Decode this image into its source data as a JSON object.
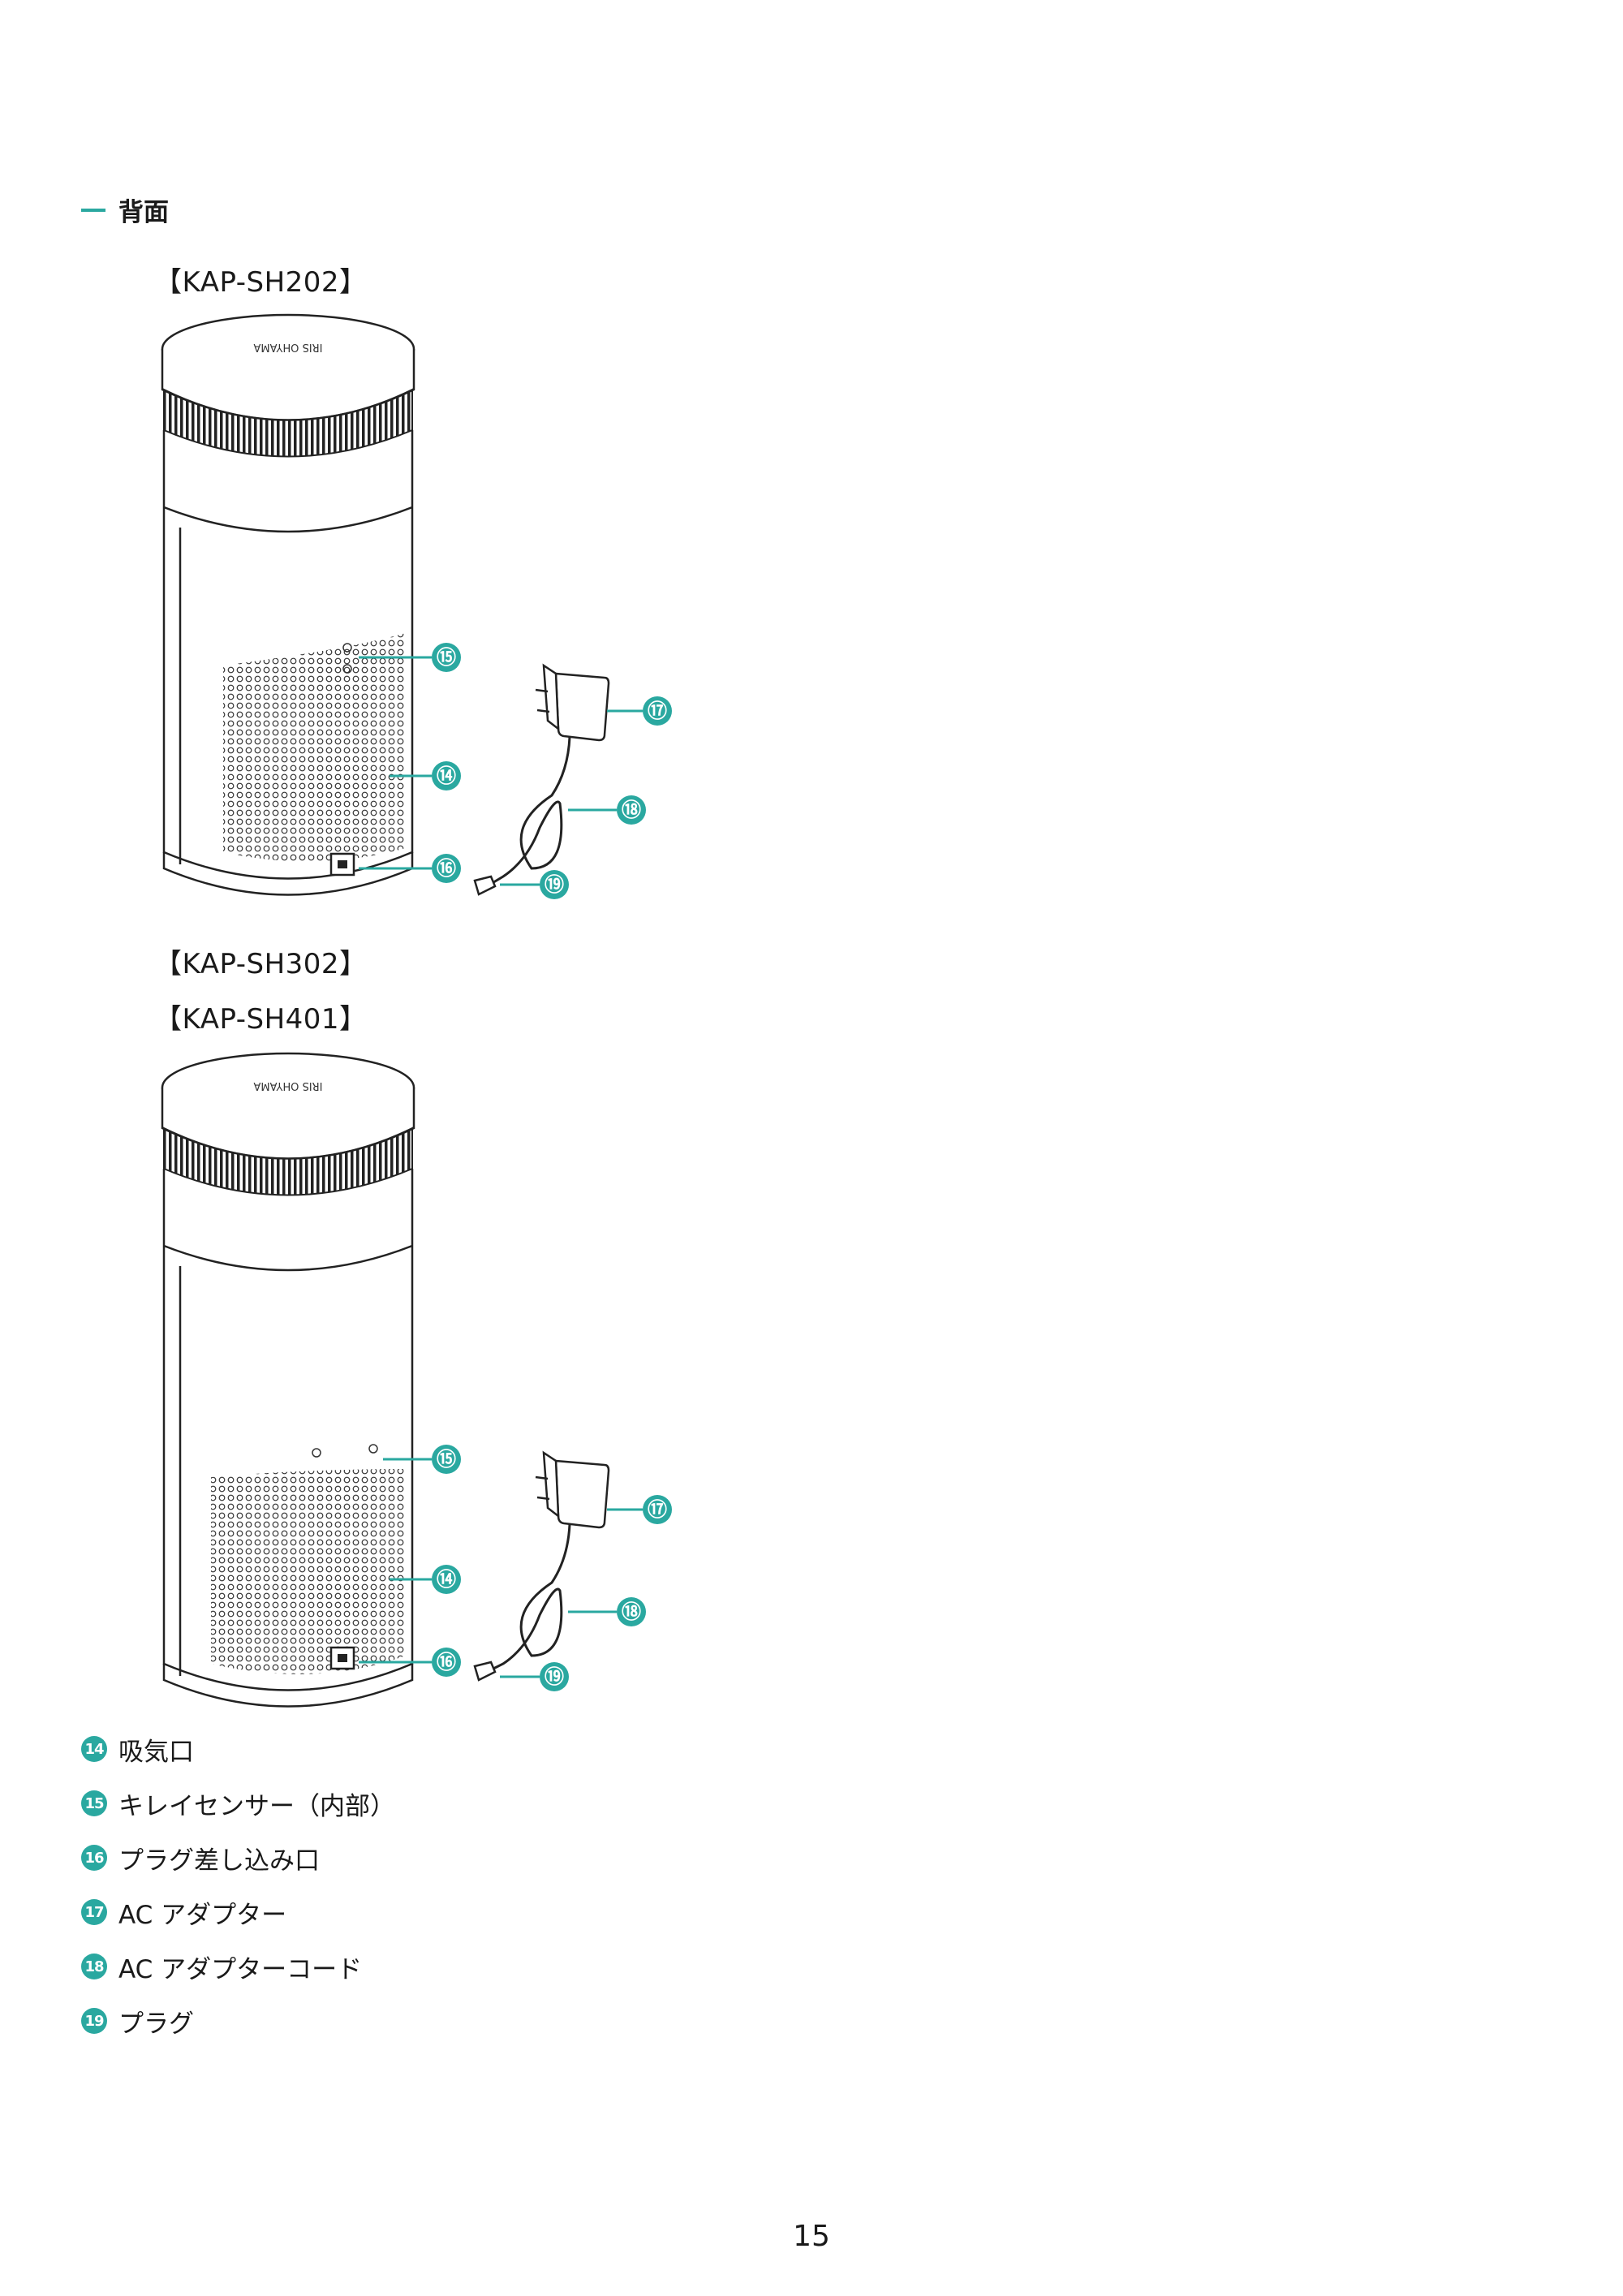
{
  "section": {
    "dash": "—",
    "title": "背面"
  },
  "models": {
    "a": "【KAP-SH202】",
    "b1": "【KAP-SH302】",
    "b2": "【KAP-SH401】"
  },
  "brand_mark": "IRIS OHYAMA",
  "callouts": [
    "⑭",
    "⑮",
    "⑯",
    "⑰",
    "⑱",
    "⑲"
  ],
  "legend": [
    {
      "num": "14",
      "label": "吸気口"
    },
    {
      "num": "15",
      "label": "キレイセンサー（内部）"
    },
    {
      "num": "16",
      "label": "プラグ差し込み口"
    },
    {
      "num": "17",
      "label": "AC アダプター"
    },
    {
      "num": "18",
      "label": "AC アダプターコード"
    },
    {
      "num": "19",
      "label": "プラグ"
    }
  ],
  "page_number": "15",
  "colors": {
    "accent": "#2aa8a0",
    "line": "#222222"
  }
}
